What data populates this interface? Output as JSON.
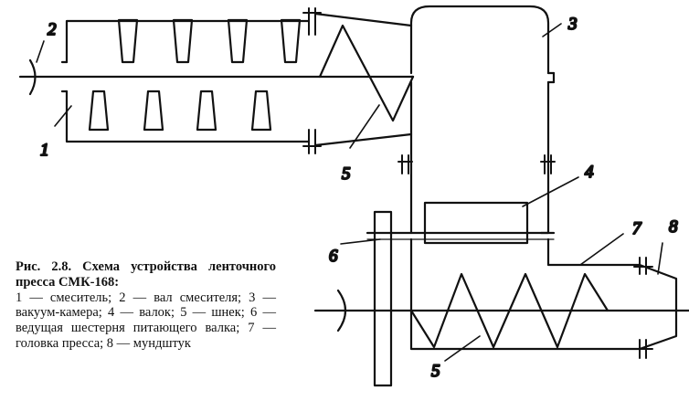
{
  "figure": {
    "caption_title": "Рис. 2.8. Схема устройства ленточного пресса СМК-168:",
    "caption_body": "1 — смеситель; 2 — вал смесителя; 3 — вакуум-камера; 4 — валок; 5 — шнек; 6 — ведущая шестерня питающего валка; 7 — головка пресса; 8 — мундштук"
  },
  "labels": {
    "l1": "1",
    "l2": "2",
    "l3": "3",
    "l4": "4",
    "l5a": "5",
    "l5b": "5",
    "l6": "6",
    "l7": "7",
    "l8": "8"
  },
  "colors": {
    "ink": "#111111",
    "paper": "#ffffff"
  }
}
